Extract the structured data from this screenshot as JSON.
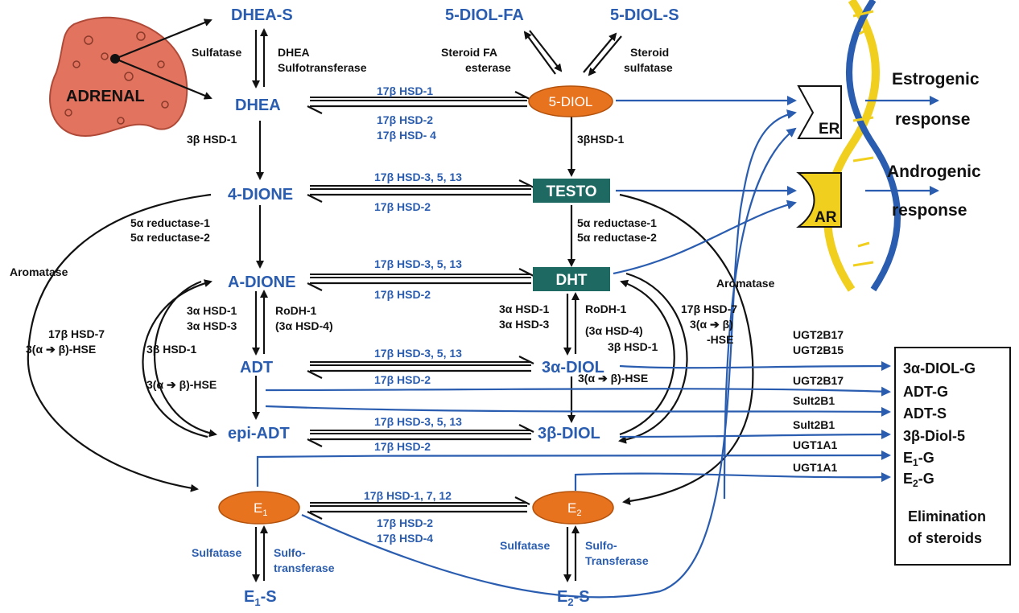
{
  "colors": {
    "metabolite": "#2a5db0",
    "arrow_blue": "#2a5db0",
    "text_black": "#111111",
    "adrenal_fill": "#e2735f",
    "ellipse_fill": "#e8731f",
    "box_fill": "#1e6a63",
    "receptor_AR_fill": "#f1cf1e",
    "dna_yellow": "#f1cf1e",
    "dna_blue": "#2a5db0"
  },
  "adrenal": {
    "label": "ADRENAL"
  },
  "metabolites": {
    "dhea_s": "DHEA-S",
    "dhea": "DHEA",
    "diol5_fa": "5-DIOL-FA",
    "diol5_s": "5-DIOL-S",
    "diol5": "5-DIOL",
    "dione4": "4-DIONE",
    "testo": "TESTO",
    "adione": "A-DIONE",
    "dht": "DHT",
    "adt": "ADT",
    "diol3a": "3α-DIOL",
    "epiadt": "epi-ADT",
    "diol3b": "3β-DIOL",
    "e1": "E",
    "e1_sub": "1",
    "e2": "E",
    "e2_sub": "2",
    "e1s": "E",
    "e1s_sub": "1",
    "e1s_suffix": "-S",
    "e2s": "E",
    "e2s_sub": "2",
    "e2s_suffix": "-S"
  },
  "enzymes": {
    "sulfatase": "Sulfatase",
    "dhea_sulfo_1": "DHEA",
    "dhea_sulfo_2": "Sulfotransferase",
    "steroid_fa_1": "Steroid FA",
    "steroid_fa_2": "esterase",
    "steroid_sulf_1": "Steroid",
    "steroid_sulf_2": "sulfatase",
    "hsd17_1": "17β  HSD-1",
    "hsd17_2_4a": "17β  HSD-2",
    "hsd17_2_4b": "17β  HSD- 4",
    "hsd3b1_left": "3β  HSD-1",
    "hsd3b1_mid": "3βHSD-1",
    "hsd17_3513_a": "17β  HSD-3, 5, 13",
    "hsd17_2_a": "17β  HSD-2",
    "red_left_1": "5α  reductase-1",
    "red_left_2": "5α  reductase-2",
    "red_mid_1": "5α reductase-1",
    "red_mid_2": "5α reductase-2",
    "aromatase_left": "Aromatase",
    "aromatase_right": "Aromatase",
    "hsd17_3513_b": "17β  HSD-3, 5, 13",
    "hsd17_2_b": "17β  HSD-2",
    "hsd3a1_l": "3α HSD-1",
    "hsd3a3_l": "3α HSD-3",
    "rodh_l1": "RoDH-1",
    "rodh_l2": "(3α HSD-4)",
    "hsd17_7_left": "17β HSD-7",
    "hse_left_a": "3(α ➔ β)-HSE",
    "hsd3b1_left2": "3β HSD-1",
    "hse_left_b": "3(α ➔ β)-HSE",
    "hsd3a1_m": "3α HSD-1",
    "hsd3a3_m": "3α HSD-3",
    "rodh_m1": "RoDH-1",
    "rodh_m2": "(3α HSD-4)",
    "hsd3b1_m2": "3β HSD-1",
    "hse_mid": "3(α ➔ β)-HSE",
    "hsd17_7_right": "17β HSD-7",
    "hse_right_1": "3(α ➔ β)",
    "hse_right_2": "-HSE",
    "hsd17_3513_c": "17β  HSD-3, 5, 13",
    "hsd17_2_c": "17β  HSD-2",
    "hsd17_3513_d": "17β  HSD-3, 5, 13",
    "hsd17_2_d": "17β  HSD-2",
    "hsd17_1712": "17β  HSD-1, 7, 12",
    "hsd17_2_e": "17β  HSD-2",
    "hsd17_4_e": "17β  HSD-4",
    "e1_sulfatase": "Sulfatase",
    "e1_sulfo_1": "Sulfo-",
    "e1_sulfo_2": "transferase",
    "e2_sulfatase": "Sulfatase",
    "e2_sulfo_1": "Sulfo-",
    "e2_sulfo_2": "Transferase",
    "ugt2b17_a": "UGT2B17",
    "ugt2b15": "UGT2B15",
    "ugt2b17_b": "UGT2B17",
    "sult2b1_a": "Sult2B1",
    "sult2b1_b": "Sult2B1",
    "ugt1a1_a": "UGT1A1",
    "ugt1a1_b": "UGT1A1"
  },
  "receptors": {
    "er": "ER",
    "ar": "AR"
  },
  "responses": {
    "estro_1": "Estrogenic",
    "estro_2": "response",
    "andro_1": "Androgenic",
    "andro_2": "response"
  },
  "elimination": {
    "items": [
      "3α-DIOL-G",
      "ADT-G",
      "ADT-S",
      "3β-Diol-5"
    ],
    "e1g": "E",
    "e1g_sub": "1",
    "e1g_suffix": "-G",
    "e2g": "E",
    "e2g_sub": "2",
    "e2g_suffix": "-G",
    "caption_1": "Elimination",
    "caption_2": "of steroids"
  }
}
